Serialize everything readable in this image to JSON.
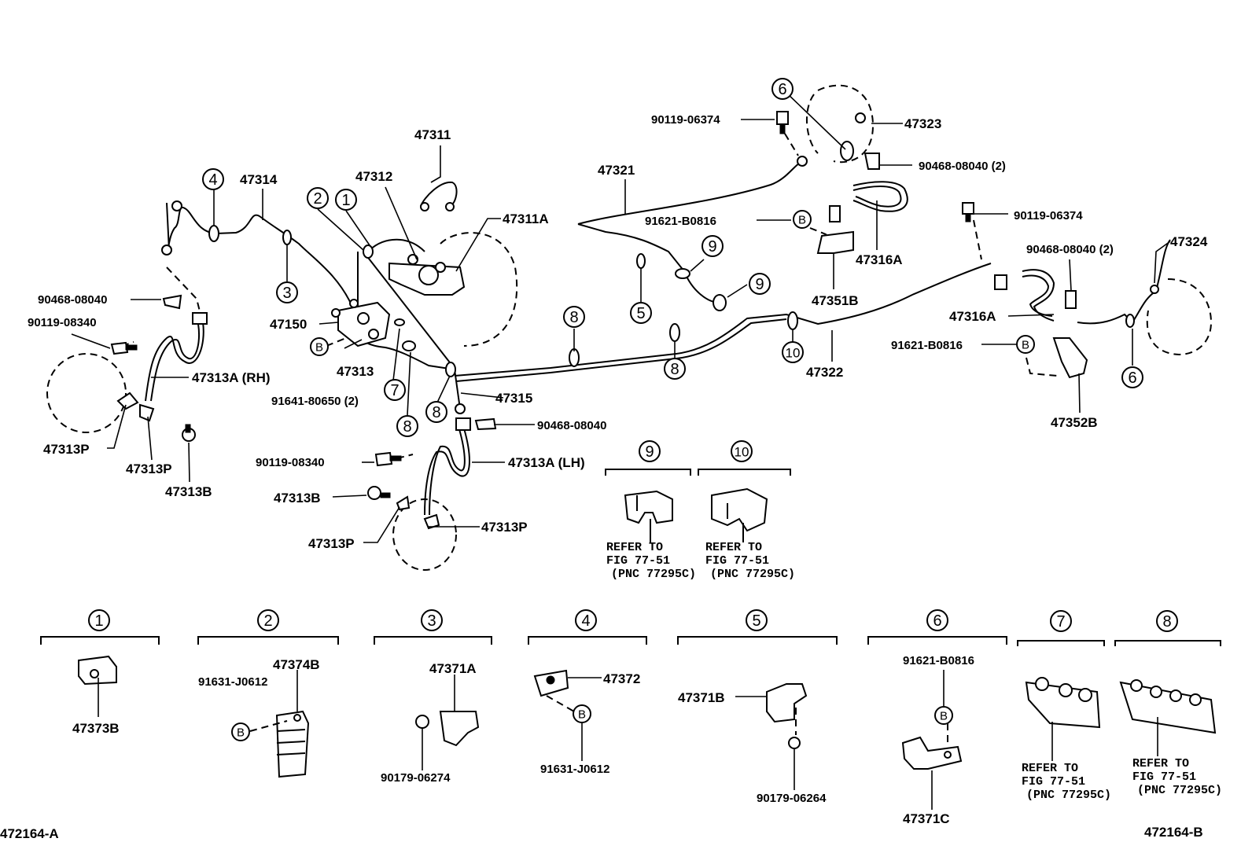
{
  "diagram": {
    "ids": {
      "left": "472164-A",
      "right": "472164-B"
    },
    "part_numbers": {
      "p47311": "47311",
      "p47312": "47312",
      "p47311A": "47311A",
      "p47314": "47314",
      "p47150": "47150",
      "p47313": "47313",
      "p91641": "91641-80650 (2)",
      "p47315": "47315",
      "p90468_c": "90468-08040",
      "p90119_c": "90119-08340",
      "p47313A_LH": "47313A (LH)",
      "p47313B_c": "47313B",
      "p47313P_c1": "47313P",
      "p47313P_c2": "47313P",
      "p90468_l": "90468-08040",
      "p90119_l": "90119-08340",
      "p47313A_RH": "47313A (RH)",
      "p47313P_l1": "47313P",
      "p47313P_l2": "47313P",
      "p47313B_l": "47313B",
      "p47321": "47321",
      "p90119_t": "90119-06374",
      "p47323": "47323",
      "p90468_t": "90468-08040 (2)",
      "p91621_t": "91621-B0816",
      "p47316A_t": "47316A",
      "p47351B": "47351B",
      "p47322": "47322",
      "p90119_r": "90119-06374",
      "p47324": "47324",
      "p90468_r": "90468-08040 (2)",
      "p47316A_r": "47316A",
      "p91621_r": "91621-B0816",
      "p47352B": "47352B"
    },
    "refer": {
      "line1": "REFER TO",
      "line2": "FIG 77-51",
      "line3": "(PNC 77295C)"
    },
    "insets": {
      "i1_part": "47373B",
      "i2_part_a": "47374B",
      "i2_part_b": "91631-J0612",
      "i3_part_a": "47371A",
      "i3_part_b": "90179-06274",
      "i4_part_a": "47372",
      "i4_part_b": "91631-J0612",
      "i5_part_a": "47371B",
      "i5_part_b": "90179-06264",
      "i6_part_a": "91621-B0816",
      "i6_part_b": "47371C"
    },
    "callouts": [
      "1",
      "2",
      "3",
      "4",
      "5",
      "6",
      "7",
      "8",
      "9",
      "10"
    ],
    "marker_b": "B"
  }
}
